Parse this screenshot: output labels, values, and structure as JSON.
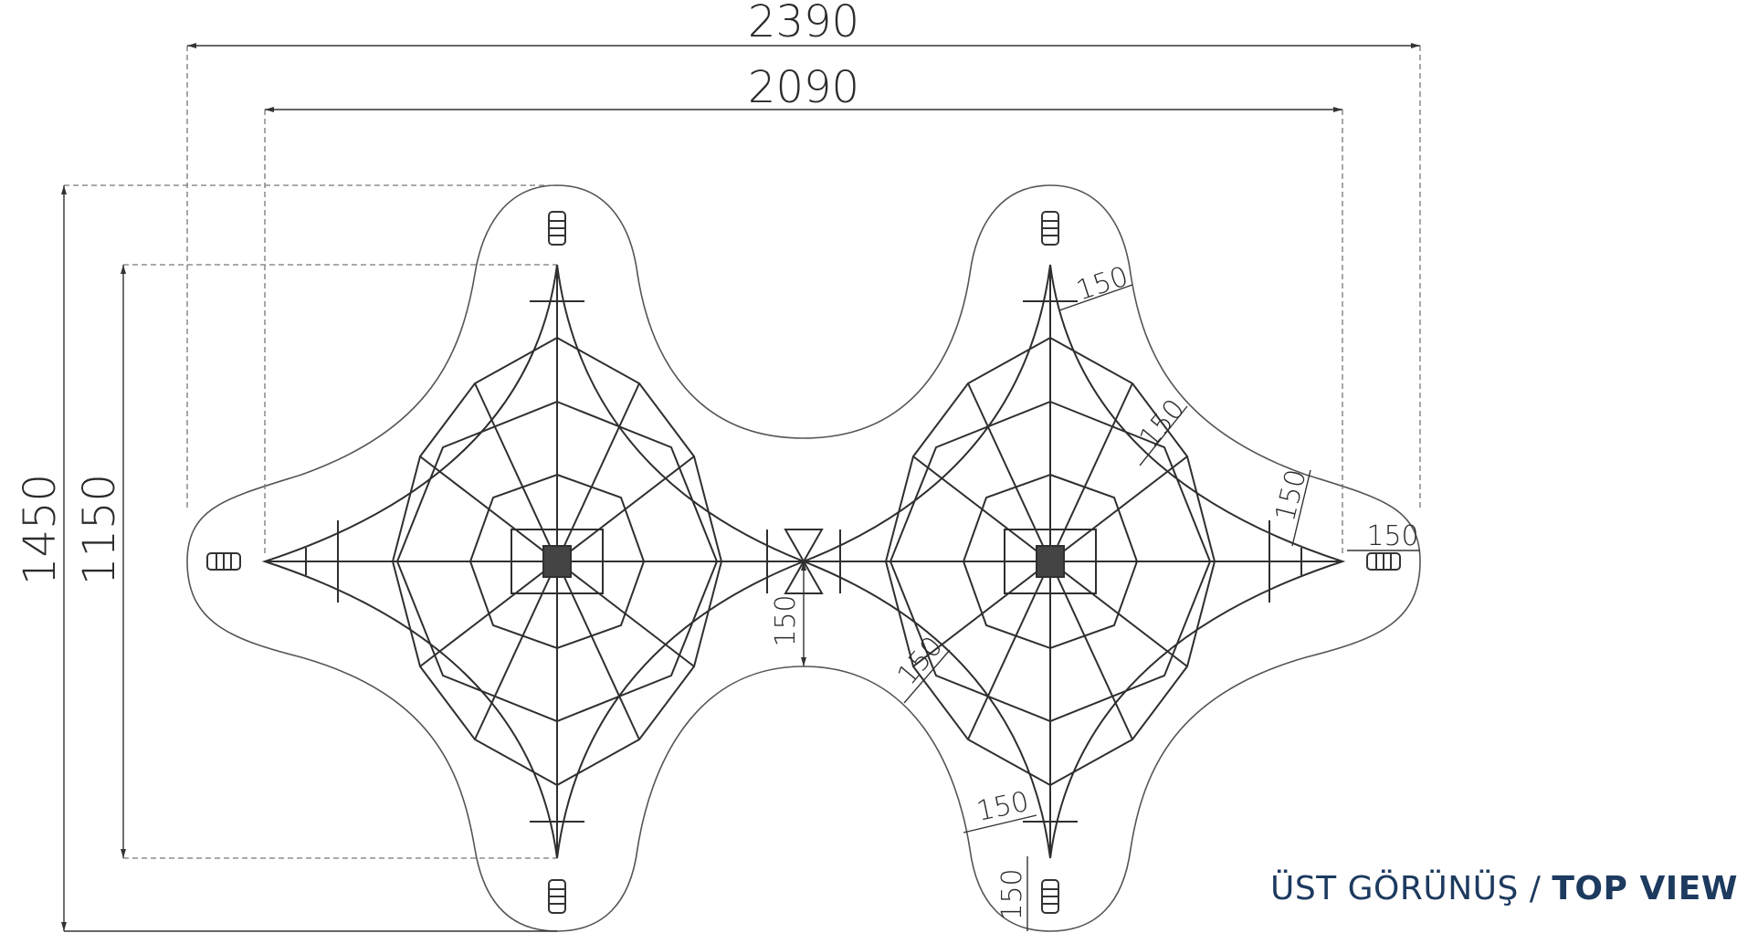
{
  "dimensions": {
    "overall_width": "2390",
    "inner_width": "2090",
    "overall_height": "1450",
    "inner_height": "1150",
    "clearance_labels": [
      "150",
      "150",
      "150",
      "150",
      "150",
      "150",
      "150",
      "150"
    ]
  },
  "caption": {
    "turkish": "ÜST GÖRÜNÜŞ",
    "separator": " / ",
    "english": "TOP VIEW"
  },
  "colors": {
    "line": "#2f2f2f",
    "caption": "#1d3a5f"
  }
}
